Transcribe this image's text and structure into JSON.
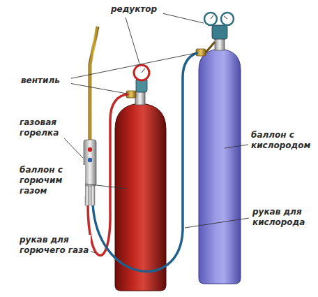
{
  "diagram": {
    "labels": [
      "редуктор",
      "вентиль",
      "газовая горелка",
      "баллон с горючим газом",
      "баллон с кислородом",
      "рукав для кислорода",
      "рукав для горючего газа"
    ]
  }
}
